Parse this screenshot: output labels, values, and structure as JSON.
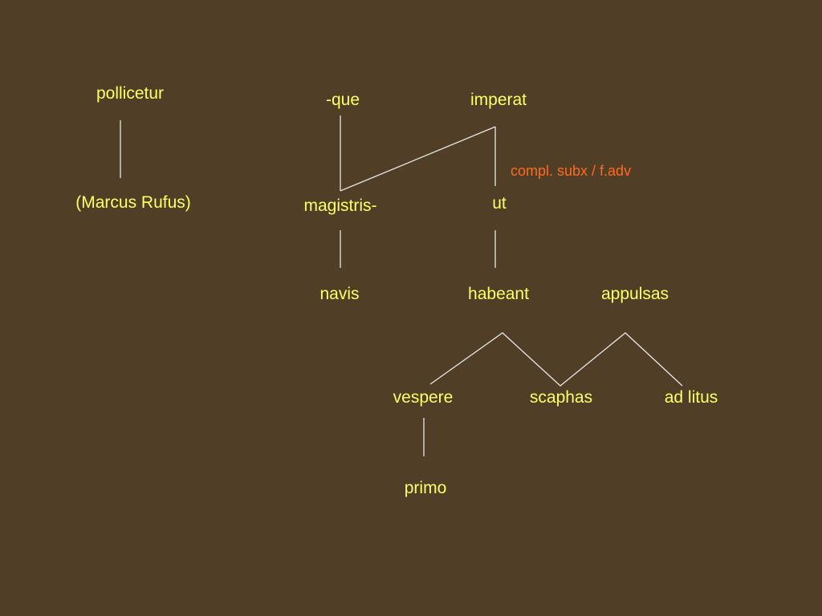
{
  "colors": {
    "background": "#513e27",
    "word": "#ffff66",
    "annotation": "#ff6a1a",
    "line": "#e8e8e8"
  },
  "words": {
    "pollicetur": "pollicetur",
    "marcus_rufus": "(Marcus Rufus)",
    "que": "-que",
    "imperat": "imperat",
    "magistris": "magistris-",
    "ut": "ut",
    "navis": "navis",
    "habeant": "habeant",
    "appulsas": "appulsas",
    "vespere": "vespere",
    "scaphas": "scaphas",
    "ad_litus": "ad litus",
    "primo": "primo"
  },
  "annotation": "compl. subx / f.adv"
}
